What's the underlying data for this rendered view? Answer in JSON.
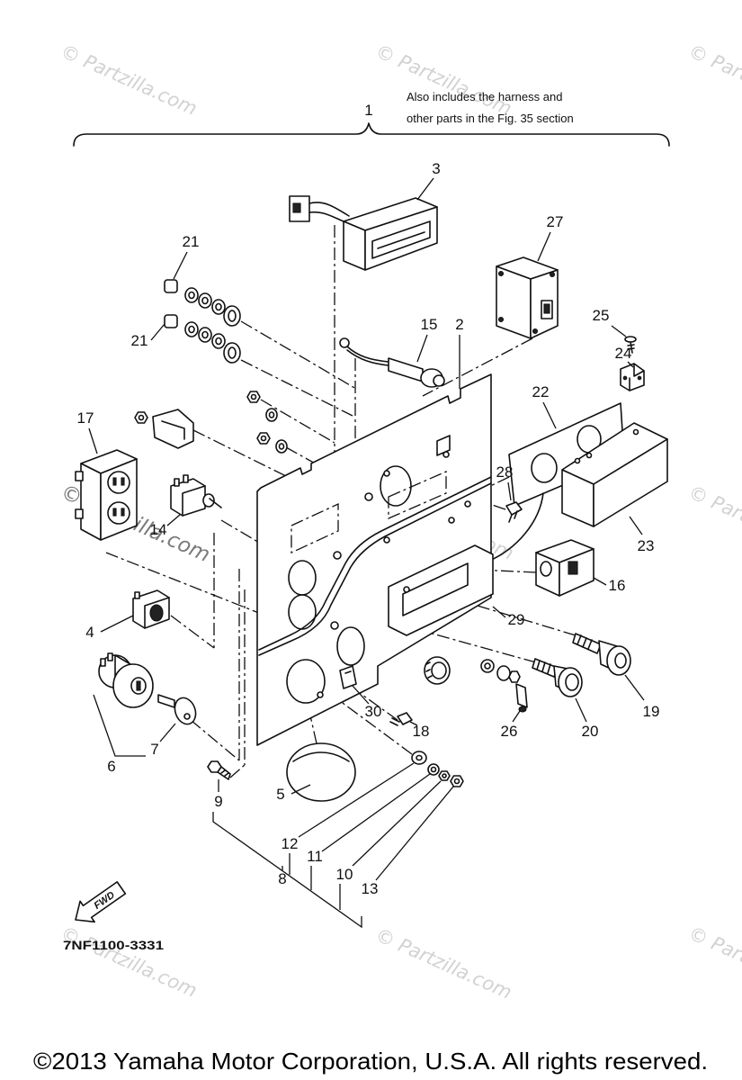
{
  "note": {
    "line1": "Also includes the harness and",
    "line2": "other parts in the Fig. 35 section"
  },
  "callouts": [
    "1",
    "2",
    "3",
    "4",
    "5",
    "6",
    "7",
    "8",
    "9",
    "10",
    "11",
    "12",
    "13",
    "14",
    "15",
    "16",
    "17",
    "18",
    "19",
    "20",
    "21",
    "22",
    "23",
    "24",
    "25",
    "26",
    "27",
    "28",
    "29",
    "30"
  ],
  "diagram_code": "7NF1100-3331",
  "fwd_label": "FWD",
  "watermark": "© Partzilla.com",
  "copyright": "©2013  Yamaha Motor Corporation, U.S.A. All rights reserved."
}
